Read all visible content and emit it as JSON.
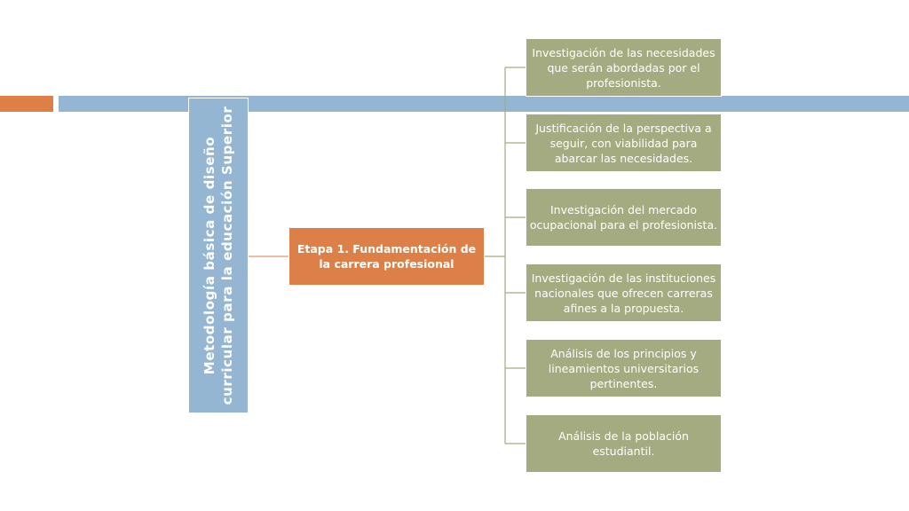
{
  "colors": {
    "accent_orange": "#dd8047",
    "accent_blue": "#94b6d2",
    "box_green": "#a5ab81",
    "text": "#ffffff"
  },
  "diagram": {
    "root": {
      "label": "Metodología básica de diseño curricular para la educación Superior"
    },
    "stage": {
      "label": "Etapa 1. Fundamentación de la carrera profesional"
    },
    "items": [
      {
        "label": "Investigación de las necesidades que serán abordadas por el profesionista."
      },
      {
        "label": "Justificación de la perspectiva a seguir, con viabilidad para abarcar las necesidades."
      },
      {
        "label": "Investigación del mercado ocupacional para el profesionista."
      },
      {
        "label": "Investigación de las instituciones nacionales que ofrecen carreras afines a la propuesta."
      },
      {
        "label": "Análisis de los principios y lineamientos universitarios pertinentes."
      },
      {
        "label": "Análisis de la población estudiantil."
      }
    ]
  }
}
